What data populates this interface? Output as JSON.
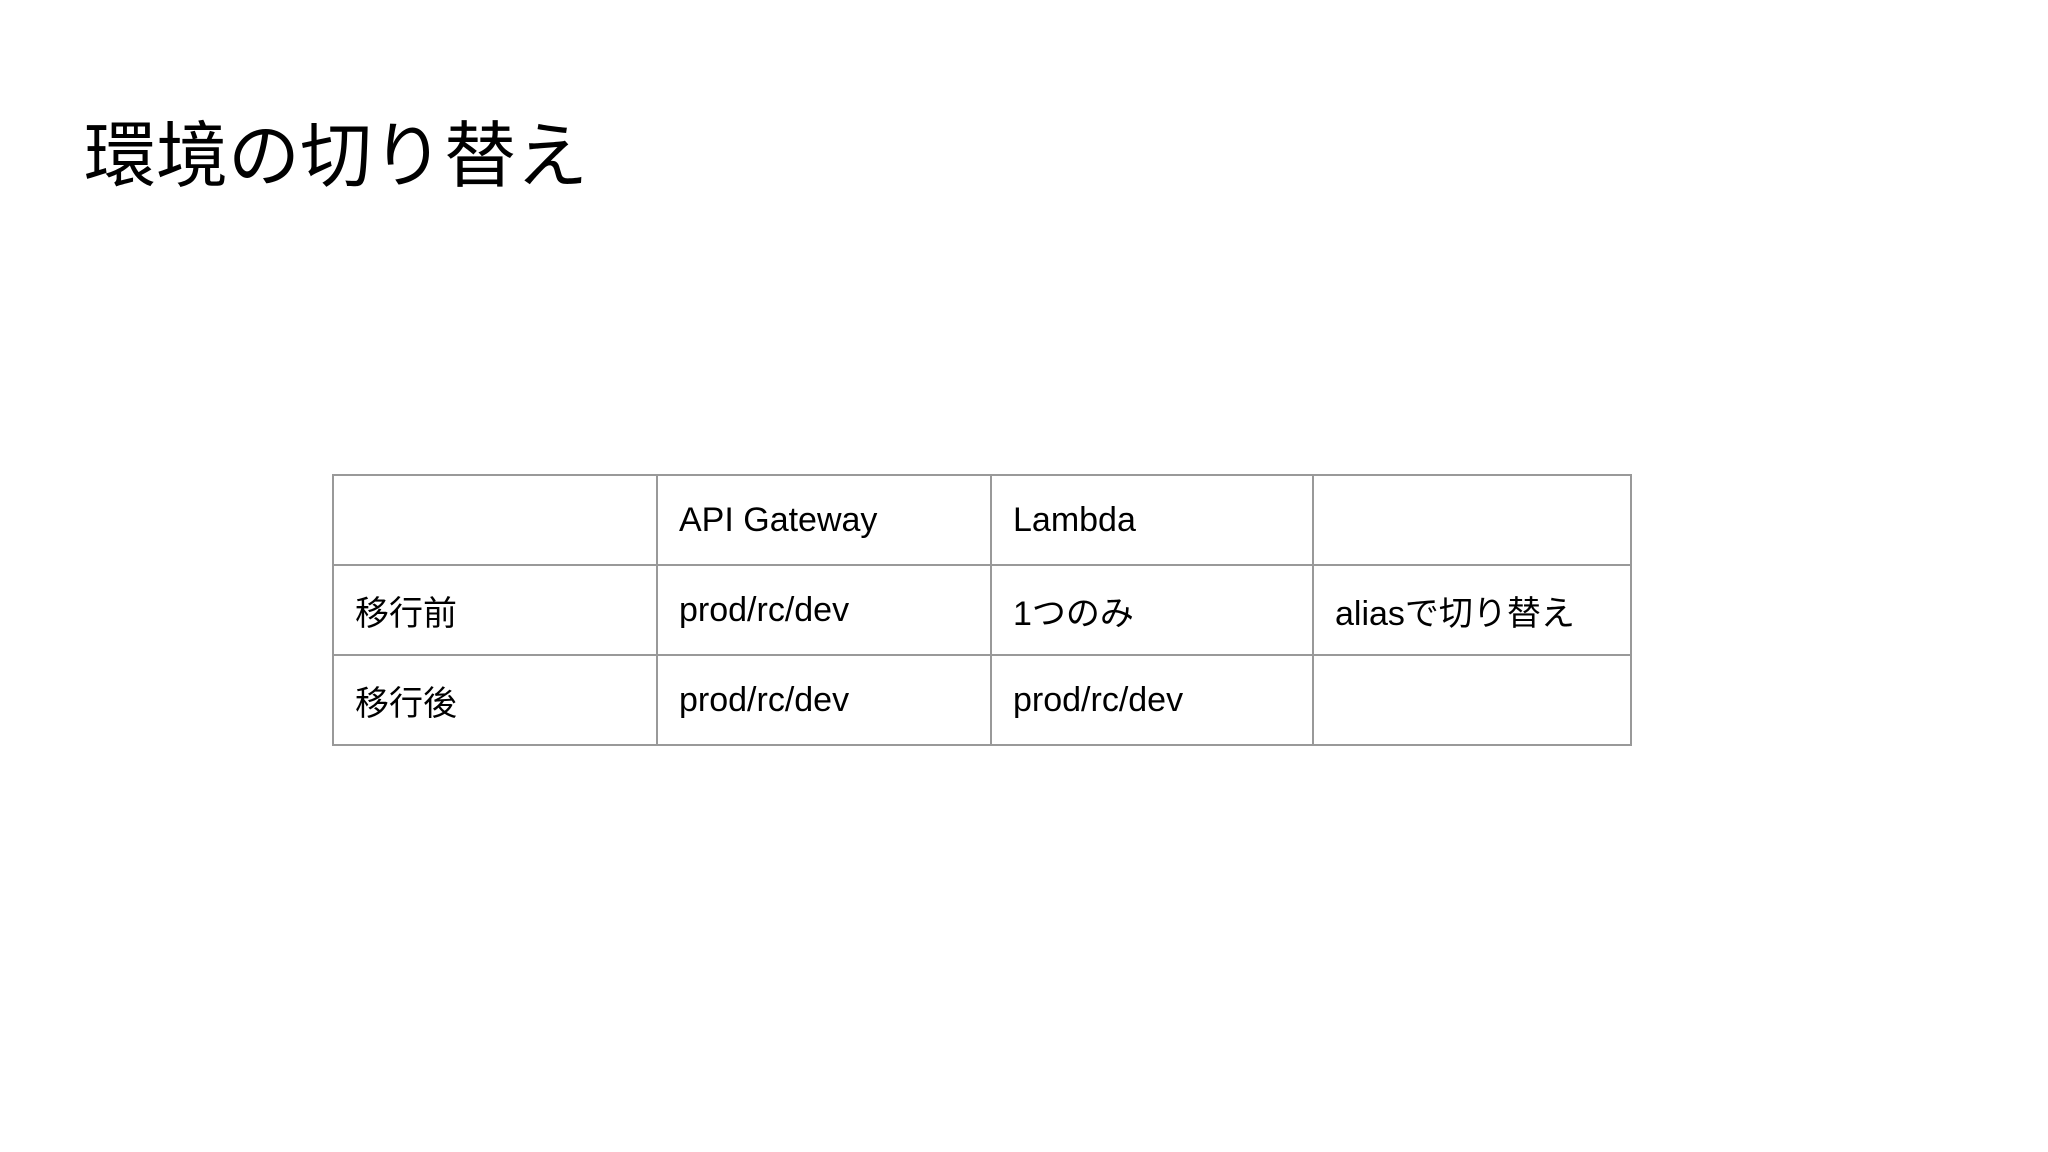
{
  "title": "環境の切り替え",
  "table": {
    "header": [
      "",
      "API Gateway",
      "Lambda",
      ""
    ],
    "rows": [
      [
        "移行前",
        "prod/rc/dev",
        "1つのみ",
        "aliasで切り替え"
      ],
      [
        "移行後",
        "prod/rc/dev",
        "prod/rc/dev",
        ""
      ]
    ]
  },
  "colors": {
    "background": "#ffffff",
    "text": "#000000",
    "table_border": "#999999"
  }
}
